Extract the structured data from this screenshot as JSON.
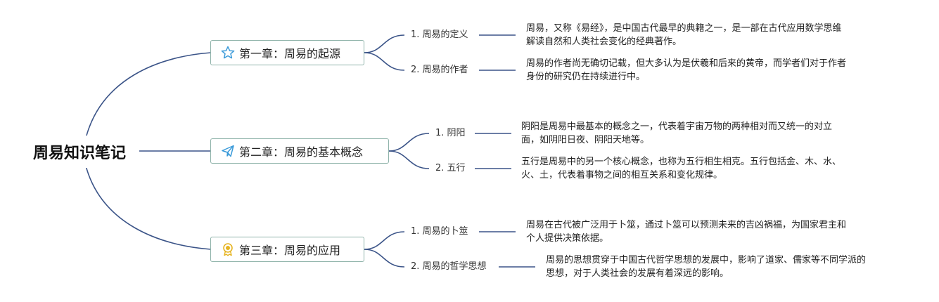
{
  "root": {
    "title": "周易知识笔记"
  },
  "chapters": [
    {
      "title": "第一章：周易的起源",
      "icon": "star-icon",
      "sections": [
        {
          "title": "1. 周易的定义",
          "note": [
            "周易，又称《易经》，是中国古代最早的典籍之一，是一部在古代应用数学思维",
            "解读自然和人类社会变化的经典著作。"
          ]
        },
        {
          "title": "2. 周易的作者",
          "note": [
            "周易的作者尚无确切记载，但大多认为是伏羲和后来的黄帝，而学者们对于作者",
            "身份的研究仍在持续进行中。"
          ]
        }
      ]
    },
    {
      "title": "第二章：周易的基本概念",
      "icon": "paper-plane-icon",
      "sections": [
        {
          "title": "1. 阴阳",
          "note": [
            "阴阳是周易中最基本的概念之一，代表着宇宙万物的两种相对而又统一的对立",
            "面，如阴阳日夜、阴阳天地等。"
          ]
        },
        {
          "title": "2. 五行",
          "note": [
            "五行是周易中的另一个核心概念，也称为五行相生相克。五行包括金、木、水、",
            "火、土，代表着事物之间的相互关系和变化规律。"
          ]
        }
      ]
    },
    {
      "title": "第三章：周易的应用",
      "icon": "medal-icon",
      "sections": [
        {
          "title": "1. 周易的卜筮",
          "note": [
            "周易在古代被广泛用于卜筮，通过卜筮可以预测未来的吉凶祸福，为国家君主和",
            "个人提供决策依据。"
          ]
        },
        {
          "title": "2. 周易的哲学思想",
          "note": [
            "周易的思想贯穿于中国古代哲学思想的发展中，影响了道家、儒家等不同学派的",
            "思想，对于人类社会的发展有着深远的影响。"
          ]
        }
      ]
    }
  ],
  "colors": {
    "line": "#3b5488",
    "border": "#8fb3aa",
    "star": "#3a9ad9",
    "plane": "#3a9ad9",
    "medal": "#e6b422"
  }
}
